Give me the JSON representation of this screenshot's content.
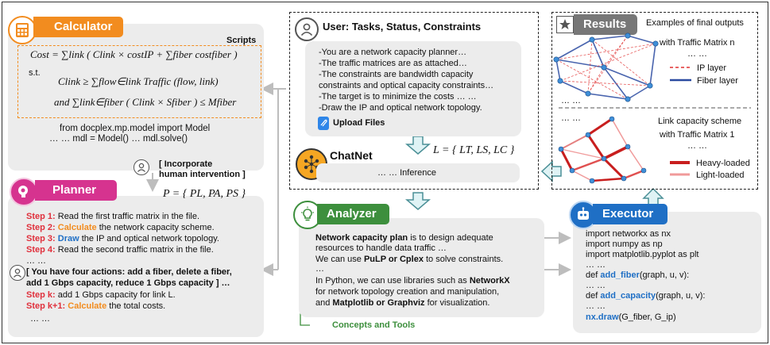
{
  "calculator": {
    "title": "Calculator",
    "scripts_label": "Scripts",
    "formula_cost": "Cost = ∑link ( Clink × costIP + ∑fiber costfiber )",
    "st": "s.t.",
    "constraint1": "Clink ≥ ∑flow∈link Traffic (flow, link)",
    "constraint2": "and    ∑link∈fiber ( Clink × Sfiber ) ≤ Mfiber",
    "code1": "from docplex.mp.model import Model",
    "code2": "… … mdl = Model() … mdl.solve()"
  },
  "intervention": {
    "line1": "[ Incorporate",
    "line2": "human intervention ]"
  },
  "planner": {
    "title": "Planner",
    "formula": "P = { PL, PA, PS }",
    "steps": [
      {
        "label": "Step 1:",
        "text": " Read the first traffic matrix in the file."
      },
      {
        "label": "Step 2:",
        "highlight": "Calculate",
        "text": " the network capacity scheme."
      },
      {
        "label": "Step 3:",
        "highlight": "Draw",
        "text": " the IP and optical network topology."
      },
      {
        "label": "Step 4:",
        "text": " Read the second traffic matrix in the file."
      }
    ],
    "ellipsis1": "… …",
    "human_actions_1": "[ You have four actions: add a fiber, delete a fiber,",
    "human_actions_2": "add 1 Gbps capacity, reduce 1 Gbps capacity ] …",
    "step_k_label": "Step k:",
    "step_k_text": " add 1 Gbps capacity for link L.",
    "step_k1_label": "Step k+1:",
    "step_k1_highlight": "Calculate",
    "step_k1_text": " the total costs.",
    "ellipsis2": "… …"
  },
  "user": {
    "title": "User: Tasks, Status, Constraints",
    "lines": [
      "-You are a network capacity planner…",
      "-The traffic matrices are as attached…",
      "-The constraints are bandwidth capacity",
      "constraints and optical capacity constraints…",
      "-The target is to minimize the costs … …",
      "-Draw the IP and optical network topology."
    ],
    "upload": "Upload Files"
  },
  "chatnet": {
    "title": "ChatNet",
    "formula": "L = { LT, LS, LC }",
    "inference": "… …  Inference"
  },
  "results": {
    "title": "Results",
    "examples": "Examples of final outputs",
    "tm_n": "with Traffic Matrix n",
    "ellipsis_top": "… …",
    "legend_ip": "IP layer",
    "legend_fiber": "Fiber layer",
    "ellipsis_left": "… …",
    "ellipsis_left2": "… …",
    "link_scheme": "Link capacity scheme",
    "tm_1": "with Traffic Matrix 1",
    "ellipsis_mid": "… …",
    "heavy": "Heavy-loaded",
    "light": "Light-loaded",
    "colors": {
      "ip": "#e03030",
      "fiber": "#2a4aa0",
      "heavy": "#c81e1e",
      "light": "#f09a9a"
    }
  },
  "analyzer": {
    "title": "Analyzer",
    "p1_bold": "Network capacity plan",
    "p1_rest": " is to design adequate",
    "p1_l2": "resources to handle data traffic …",
    "p1_l3_a": "We can use ",
    "p1_l3_b": "PuLP or Cplex",
    "p1_l3_c": " to solve constraints.",
    "p1_l4": "…",
    "p2_l1_a": "In Python, we can use libraries such as ",
    "p2_l1_b": "NetworkX",
    "p2_l2": "for network topology creation and manipulation,",
    "p2_l3_a": "and ",
    "p2_l3_b": "Matplotlib or Graphviz",
    "p2_l3_c": " for visualization.",
    "concepts": "Concepts and Tools"
  },
  "executor": {
    "title": "Executor",
    "l1": "import networkx as nx",
    "l2": "import numpy as np",
    "l3": "import matplotlib.pyplot as plt",
    "l4": "… …",
    "l5a": "def ",
    "l5b": "add_fiber",
    "l5c": "(graph, u, v):",
    "l6": "… …",
    "l7a": "def ",
    "l7b": "add_capacity",
    "l7c": "(graph, u, v):",
    "l8": "… …",
    "l9a": "nx.draw",
    "l9b": "(G_fiber, G_ip)"
  },
  "accent": {
    "calculator": "#f28c1f",
    "planner": "#d6338f",
    "analyzer": "#3d8f3d",
    "executor": "#1f6fc5",
    "results": "#777777"
  }
}
